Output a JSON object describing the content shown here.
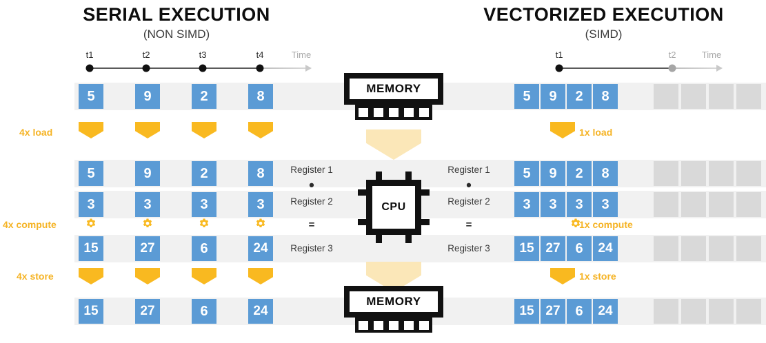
{
  "left": {
    "title": "SERIAL EXECUTION",
    "subtitle": "(NON SIMD)",
    "timeline": {
      "ticks": [
        "t1",
        "t2",
        "t3",
        "t4"
      ],
      "time_label": "Time"
    },
    "labels": {
      "load": "4x load",
      "compute": "4x compute",
      "store": "4x store"
    },
    "memory_top": [
      "5",
      "9",
      "2",
      "8"
    ],
    "register1": [
      "5",
      "9",
      "2",
      "8"
    ],
    "register2": [
      "3",
      "3",
      "3",
      "3"
    ],
    "register3": [
      "15",
      "27",
      "6",
      "24"
    ],
    "memory_bottom": [
      "15",
      "27",
      "6",
      "24"
    ]
  },
  "right": {
    "title": "VECTORIZED EXECUTION",
    "subtitle": "(SIMD)",
    "timeline": {
      "ticks": [
        "t1",
        "t2"
      ],
      "time_label": "Time"
    },
    "labels": {
      "load": "1x load",
      "compute": "1x compute",
      "store": "1x store"
    },
    "memory_top": [
      "5",
      "9",
      "2",
      "8"
    ],
    "register1": [
      "5",
      "9",
      "2",
      "8"
    ],
    "register2": [
      "3",
      "3",
      "3",
      "3"
    ],
    "register3": [
      "15",
      "27",
      "6",
      "24"
    ],
    "memory_bottom": [
      "15",
      "27",
      "6",
      "24"
    ],
    "empty_slots": 4
  },
  "center": {
    "memory_top_label": "MEMORY",
    "memory_bottom_label": "MEMORY",
    "cpu_label": "CPU",
    "registers": [
      "Register 1",
      "Register 2",
      "Register 3"
    ],
    "operators": {
      "multiply": "•",
      "equals": "="
    }
  },
  "colors": {
    "blue": "#5b9bd5",
    "yellow": "#f9b920",
    "gray_cell": "#d9d9d9",
    "track": "#f1f1f1",
    "pale_arrow": "#fbe7b8"
  }
}
